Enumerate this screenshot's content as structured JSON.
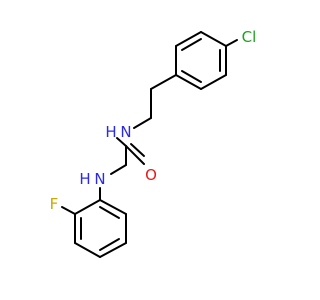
{
  "molecule": {
    "atoms": {
      "cl": {
        "label": "Cl",
        "color": "#1FA11F"
      },
      "n1": {
        "label": "N",
        "color": "#2B2BE6"
      },
      "h1": {
        "label": "H",
        "color": "#2B2BE6"
      },
      "n2": {
        "label": "N",
        "color": "#2B2BE6"
      },
      "h2": {
        "label": "H",
        "color": "#2B2BE6"
      },
      "o": {
        "label": "O",
        "color": "#E61A1A"
      },
      "f": {
        "label": "F",
        "color": "#C8AA00"
      }
    }
  }
}
